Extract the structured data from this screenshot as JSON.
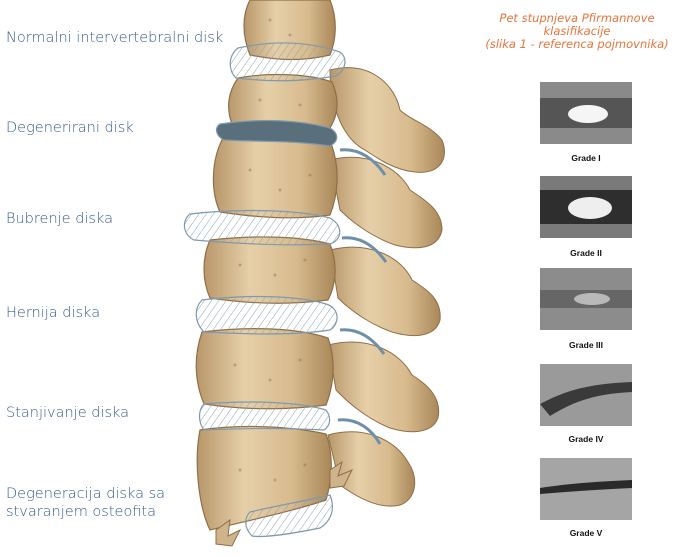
{
  "labels": [
    {
      "lines": [
        "Normalni intervertebralni disk"
      ]
    },
    {
      "lines": [
        "Degenerirani disk"
      ]
    },
    {
      "lines": [
        "Bubrenje diska"
      ]
    },
    {
      "lines": [
        "Hernija diska"
      ]
    },
    {
      "lines": [
        "Stanjivanje diska"
      ]
    },
    {
      "lines": [
        "Degeneracija diska sa",
        "stvaranjem osteofita"
      ]
    }
  ],
  "caption": {
    "lines": [
      "Pet stupnjeva Pfirmannove",
      "klasifikacije",
      "(slika 1 - referenca pojmovnika)"
    ]
  },
  "grades": [
    "Grade I",
    "Grade II",
    "Grade III",
    "Grade IV",
    "Grade V"
  ],
  "colors": {
    "label": "#3a5d8c",
    "caption": "#e8743b",
    "bone": "#dcc29a",
    "bone_shadow": "#a8875c",
    "disc": "#c9d9e3",
    "disc_edge": "#7f99ad"
  }
}
